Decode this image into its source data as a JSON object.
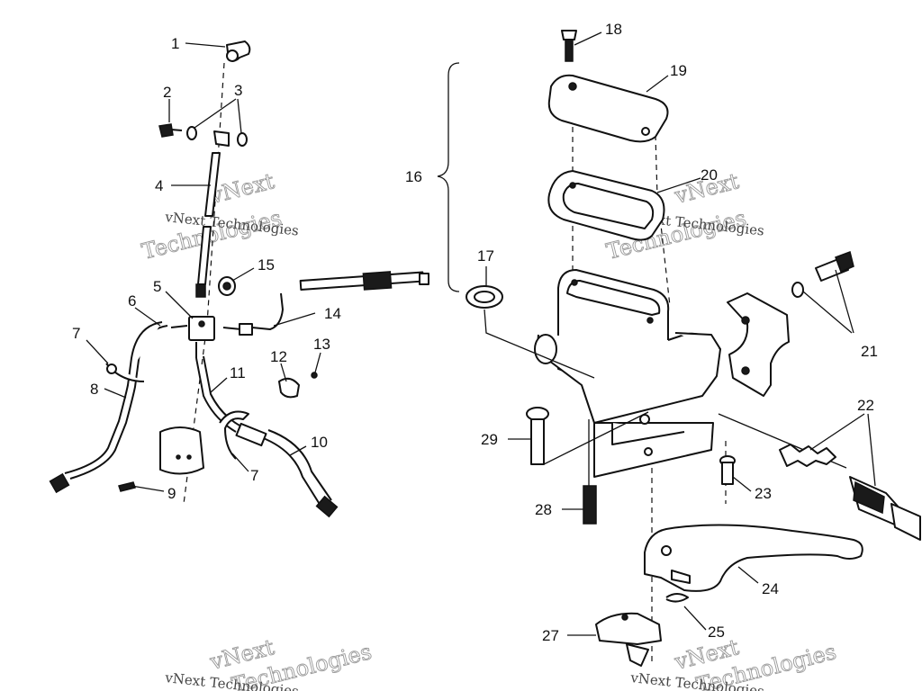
{
  "diagram": {
    "callouts": [
      "1",
      "2",
      "3",
      "4",
      "5",
      "6",
      "7",
      "8",
      "9",
      "10",
      "11",
      "12",
      "13",
      "14",
      "15",
      "16",
      "17",
      "18",
      "19",
      "20",
      "21",
      "22",
      "23",
      "24",
      "25",
      "27",
      "28",
      "29"
    ],
    "callout_7_second": "7"
  },
  "watermark": {
    "line1": "vNext",
    "line2": "Technologies",
    "caption": "vNext Technologies"
  }
}
